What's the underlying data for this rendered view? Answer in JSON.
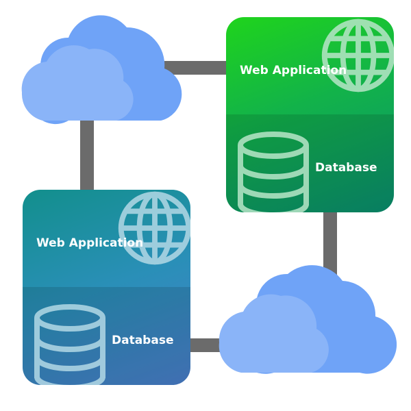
{
  "diagram": {
    "top_card": {
      "web_label": "Web Application",
      "db_label": "Database",
      "colors": {
        "start": "#1fd41c",
        "end": "#0a8f70"
      }
    },
    "bottom_card": {
      "web_label": "Web Application",
      "db_label": "Database",
      "colors": {
        "start": "#128f8c",
        "end": "#4a7fcc"
      }
    },
    "icons": {
      "globe": "globe-icon",
      "database": "database-icon",
      "cloud": "cloud-icon"
    },
    "colors": {
      "cloud_light": "#8ab4f8",
      "cloud_dark": "#6fa3f7",
      "connector": "#6b6b6b",
      "icon_stroke": "#b8e6c8"
    }
  }
}
